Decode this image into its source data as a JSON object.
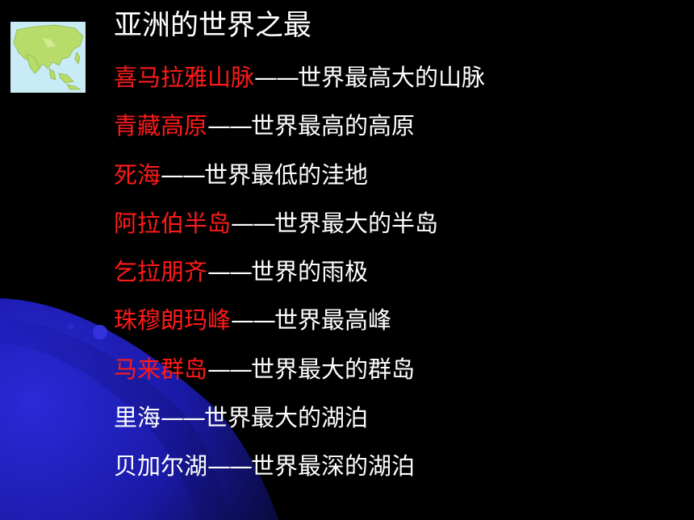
{
  "slide": {
    "title": "亚洲的世界之最",
    "map_icon": "asia-map-icon",
    "colors": {
      "background": "#000000",
      "text": "#ffffff",
      "highlight": "#ff1a1a",
      "swoosh": "#1e1ec8"
    },
    "records": [
      {
        "subject": "喜马拉雅山脉",
        "dash": "——",
        "desc": "世界最高大的山脉",
        "highlight": true
      },
      {
        "subject": "青藏高原",
        "dash": "——",
        "desc": "世界最高的高原",
        "highlight": true
      },
      {
        "subject": "死海",
        "dash": "——",
        "desc": "世界最低的洼地",
        "highlight": true
      },
      {
        "subject": "阿拉伯半岛",
        "dash": "——",
        "desc": "世界最大的半岛",
        "highlight": true
      },
      {
        "subject": "乞拉朋齐",
        "dash": "——",
        "desc": "世界的雨极",
        "highlight": true
      },
      {
        "subject": "珠穆朗玛峰",
        "dash": "——",
        "desc": "世界最高峰",
        "highlight": true
      },
      {
        "subject": "马来群岛",
        "dash": "——",
        "desc": "世界最大的群岛",
        "highlight": true
      },
      {
        "subject": "里海",
        "dash": "——",
        "desc": "世界最大的湖泊",
        "highlight": false
      },
      {
        "subject": "贝加尔湖",
        "dash": "——",
        "desc": "世界最深的湖泊",
        "highlight": false
      }
    ]
  }
}
